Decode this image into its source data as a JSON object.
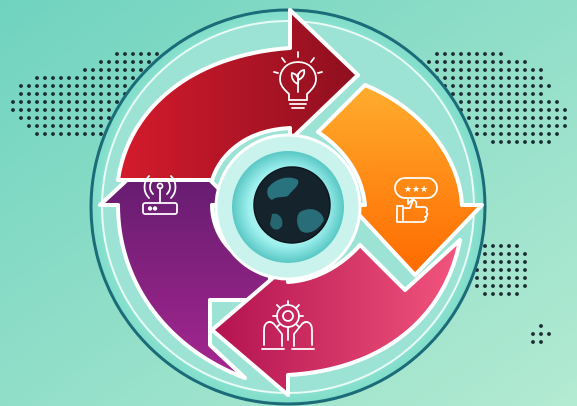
{
  "diagram": {
    "type": "circular-cycle",
    "center": {
      "icon": "globe-icon"
    },
    "segments": [
      {
        "id": "idea",
        "icon": "lightbulb-leaf-icon",
        "colors": [
          "#c8102e",
          "#e8384f"
        ]
      },
      {
        "id": "feedback",
        "icon": "rating-thumbs-up-icon",
        "colors": [
          "#ffa321",
          "#ff6a00"
        ]
      },
      {
        "id": "innovation",
        "icon": "hands-gear-bulb-icon",
        "colors": [
          "#c2185b",
          "#f06292"
        ]
      },
      {
        "id": "connectivity",
        "icon": "wireless-router-icon",
        "colors": [
          "#4a1560",
          "#9c27b0"
        ]
      }
    ],
    "background": {
      "gradient": [
        "#7fd6c2",
        "#a8e6cf"
      ],
      "map_dots": "#1b2a33"
    }
  }
}
